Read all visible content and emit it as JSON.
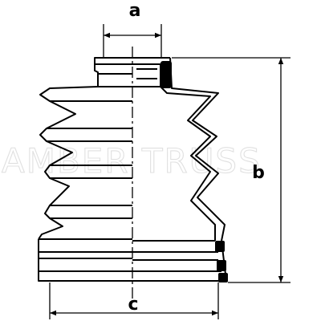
{
  "diagram": {
    "labels": {
      "a": "a",
      "b": "b",
      "c": "c"
    },
    "watermark": "AMBER TRUSS",
    "colors": {
      "line": "#000000",
      "background": "#ffffff",
      "watermark": "#c8c8c8"
    }
  }
}
